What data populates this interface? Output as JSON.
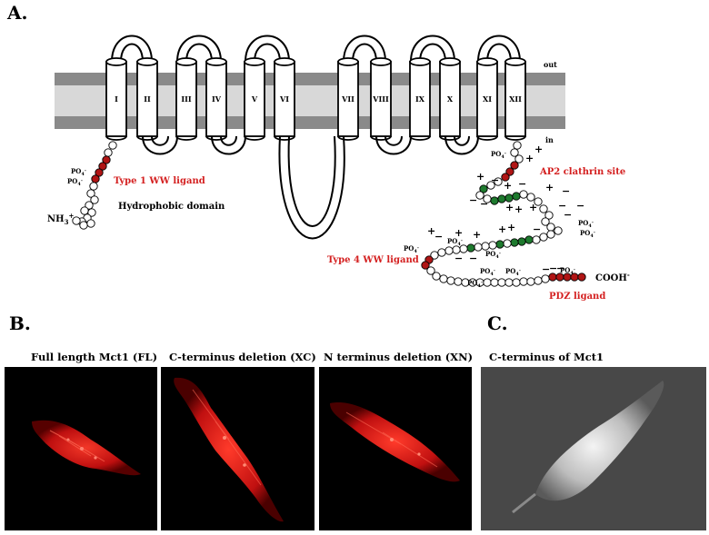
{
  "panel_a": {
    "letter": "A.",
    "membrane": {
      "out_label": "out",
      "in_label": "in"
    },
    "helices": [
      "I",
      "II",
      "III",
      "IV",
      "V",
      "VI",
      "VII",
      "VIII",
      "IX",
      "X",
      "XI",
      "XII"
    ],
    "labels": {
      "ww1": "Type 1 WW ligand",
      "hydrophobic": "Hydrophobic domain",
      "nh3": "NH",
      "nh3_sup": "3",
      "nh3_charge": "+",
      "ap2": "AP2 clathrin site",
      "ww4": "Type 4 WW ligand",
      "pdz": "PDZ ligand",
      "cooh": "COOH",
      "cooh_charge": "-",
      "po4": "PO",
      "po4_sub": "4",
      "po4_charge": "-"
    },
    "colors": {
      "red_label": "#d42020",
      "residue_red": "#b01515",
      "residue_green": "#1e7a2e",
      "membrane_dark": "#8a8a8a",
      "membrane_light": "#d8d8d8"
    }
  },
  "panel_b": {
    "letter": "B.",
    "images": [
      {
        "caption": "Full length Mct1  (FL)"
      },
      {
        "caption": "C-terminus deletion (XC)"
      },
      {
        "caption": "N terminus deletion (XN)"
      }
    ]
  },
  "panel_c": {
    "letter": "C.",
    "caption": "C-terminus of Mct1"
  }
}
